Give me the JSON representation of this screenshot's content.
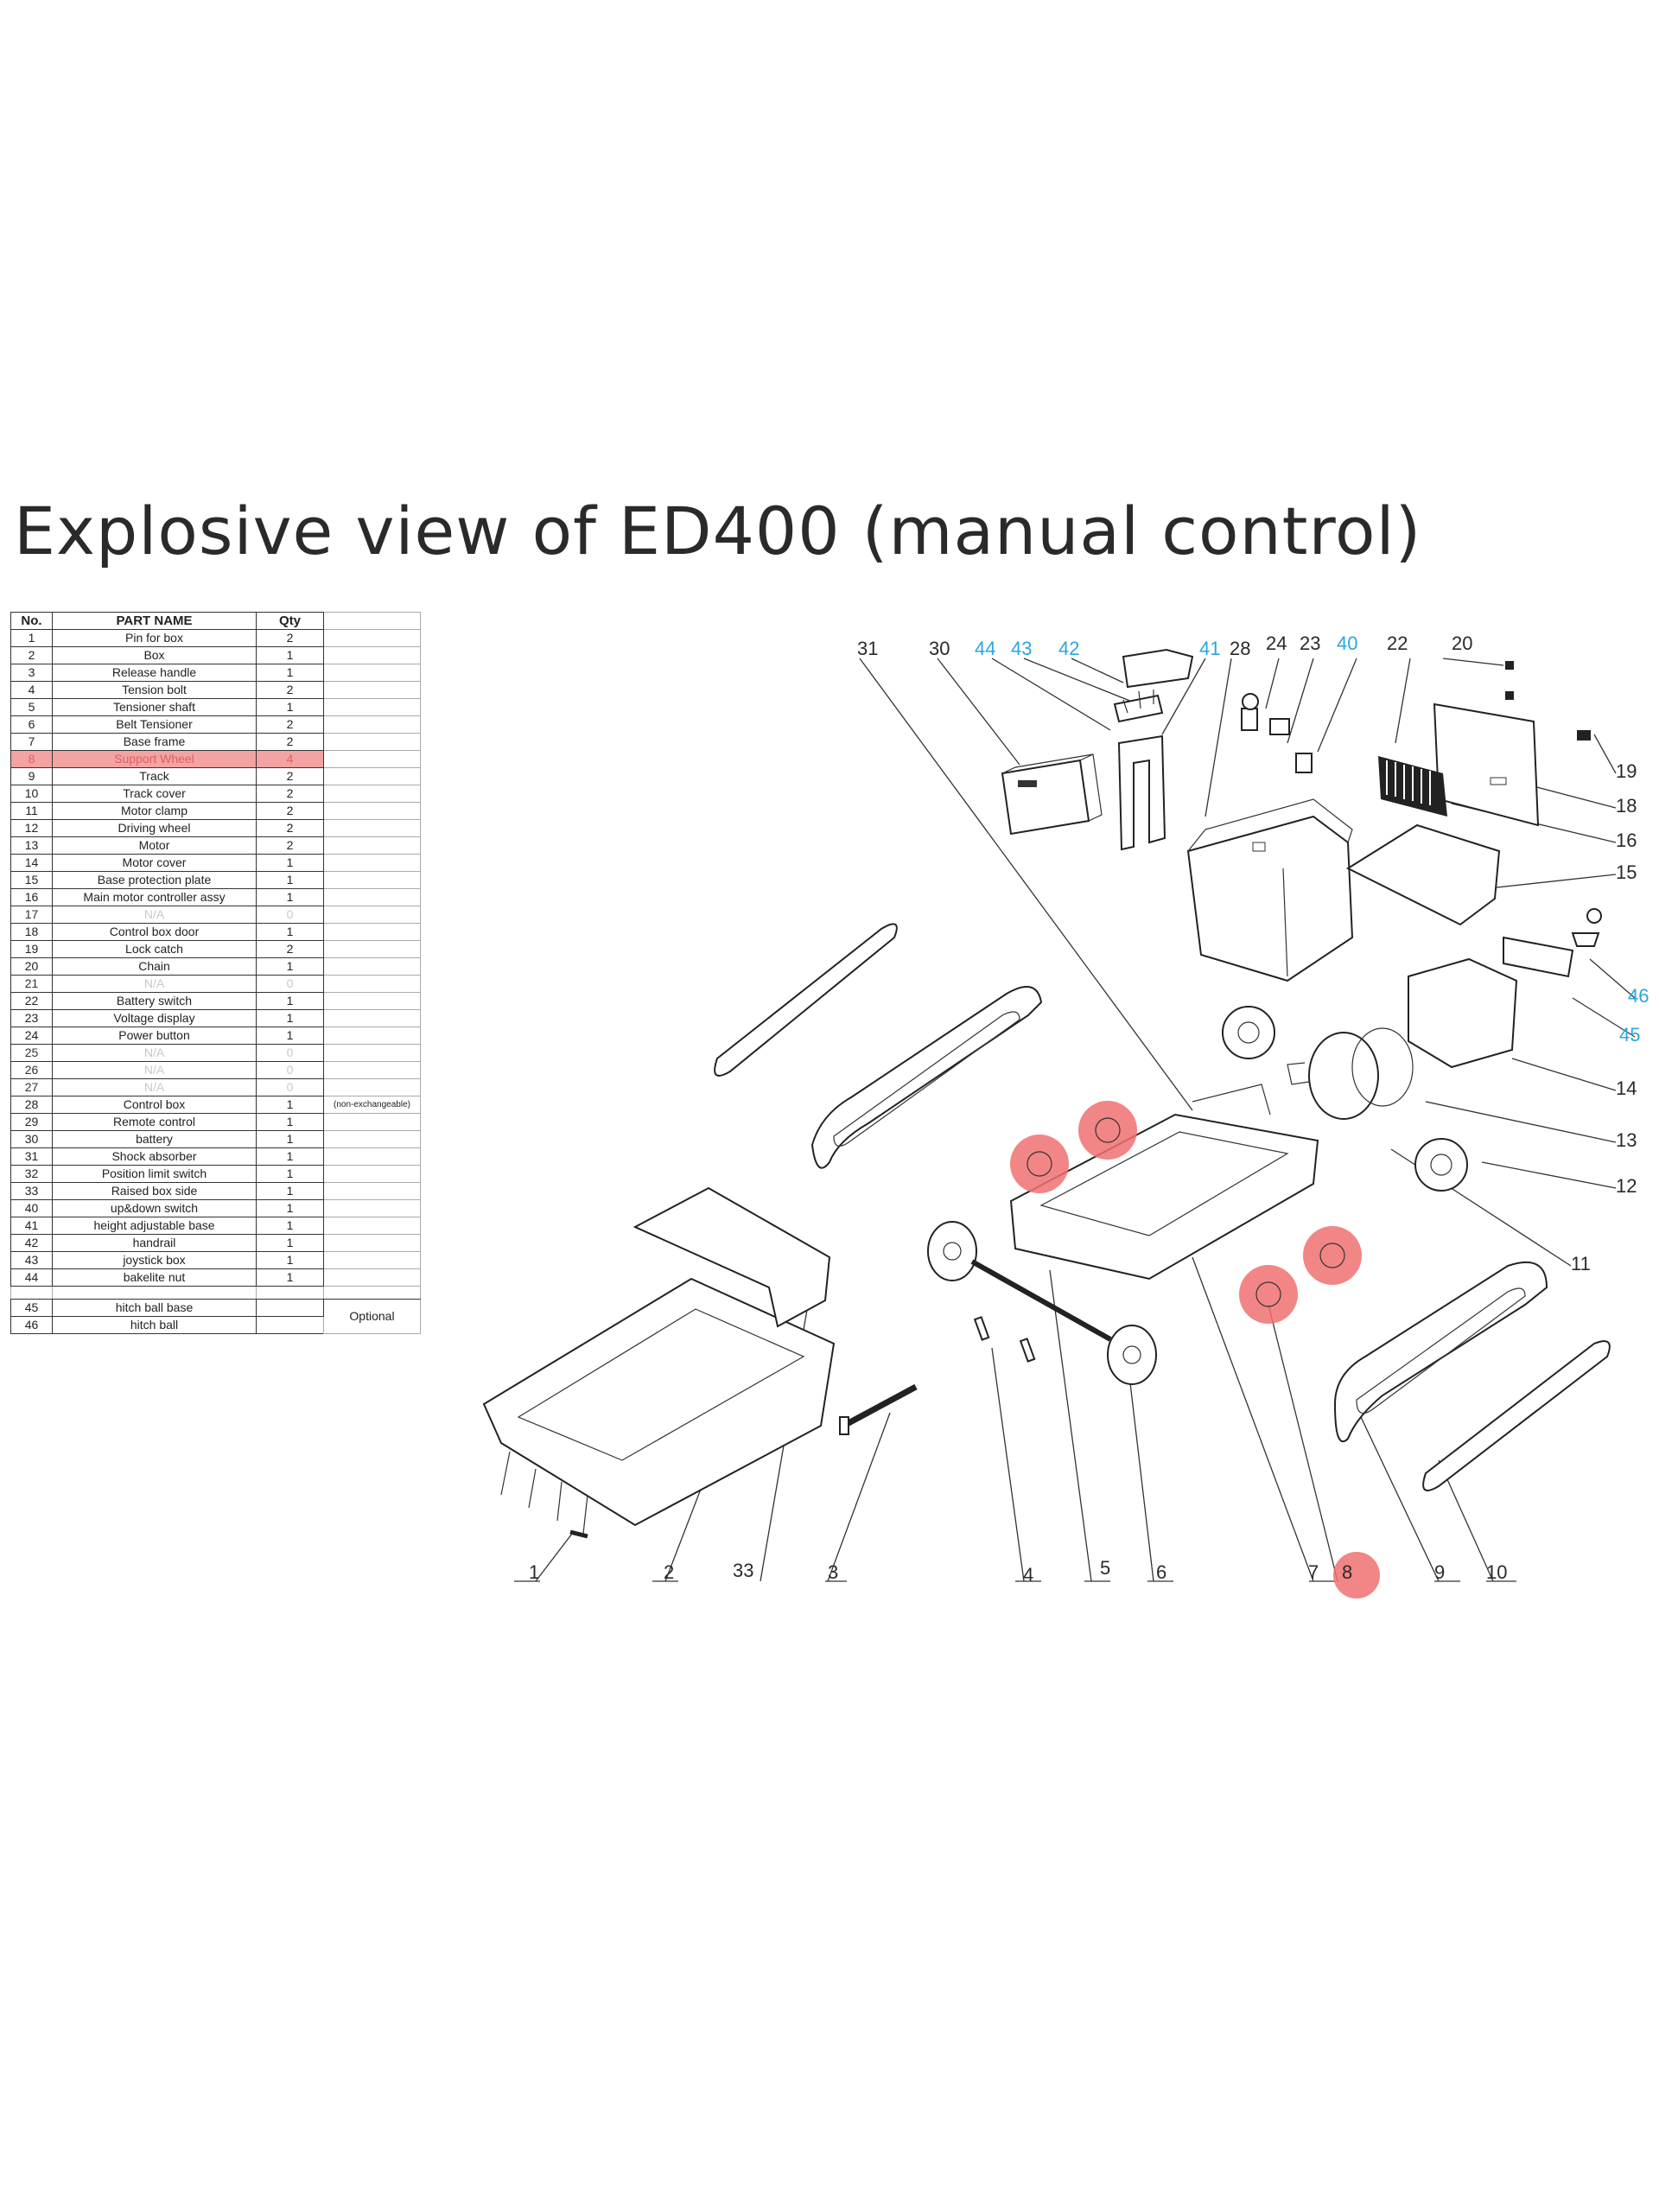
{
  "title": "Explosive view of ED400 (manual control)",
  "table": {
    "headers": {
      "no": "No.",
      "name": "PART NAME",
      "qty": "Qty"
    },
    "rows": [
      {
        "no": "1",
        "name": "Pin for box",
        "qty": "2",
        "note": ""
      },
      {
        "no": "2",
        "name": "Box",
        "qty": "1",
        "note": ""
      },
      {
        "no": "3",
        "name": "Release handle",
        "qty": "1",
        "note": ""
      },
      {
        "no": "4",
        "name": "Tension bolt",
        "qty": "2",
        "note": ""
      },
      {
        "no": "5",
        "name": "Tensioner shaft",
        "qty": "1",
        "note": ""
      },
      {
        "no": "6",
        "name": "Belt Tensioner",
        "qty": "2",
        "note": ""
      },
      {
        "no": "7",
        "name": "Base frame",
        "qty": "2",
        "note": ""
      },
      {
        "no": "8",
        "name": "Support Wheel",
        "qty": "4",
        "note": "",
        "highlight": true
      },
      {
        "no": "9",
        "name": "Track",
        "qty": "2",
        "note": ""
      },
      {
        "no": "10",
        "name": "Track cover",
        "qty": "2",
        "note": ""
      },
      {
        "no": "11",
        "name": "Motor clamp",
        "qty": "2",
        "note": ""
      },
      {
        "no": "12",
        "name": "Driving wheel",
        "qty": "2",
        "note": ""
      },
      {
        "no": "13",
        "name": "Motor",
        "qty": "2",
        "note": ""
      },
      {
        "no": "14",
        "name": "Motor cover",
        "qty": "1",
        "note": ""
      },
      {
        "no": "15",
        "name": "Base protection plate",
        "qty": "1",
        "note": ""
      },
      {
        "no": "16",
        "name": "Main motor controller assy",
        "qty": "1",
        "note": ""
      },
      {
        "no": "17",
        "name": "N/A",
        "qty": "0",
        "note": "",
        "na": true
      },
      {
        "no": "18",
        "name": "Control box door",
        "qty": "1",
        "note": ""
      },
      {
        "no": "19",
        "name": "Lock catch",
        "qty": "2",
        "note": ""
      },
      {
        "no": "20",
        "name": "Chain",
        "qty": "1",
        "note": ""
      },
      {
        "no": "21",
        "name": "N/A",
        "qty": "0",
        "note": "",
        "na": true
      },
      {
        "no": "22",
        "name": "Battery switch",
        "qty": "1",
        "note": ""
      },
      {
        "no": "23",
        "name": "Voltage display",
        "qty": "1",
        "note": ""
      },
      {
        "no": "24",
        "name": "Power  button",
        "qty": "1",
        "note": ""
      },
      {
        "no": "25",
        "name": "N/A",
        "qty": "0",
        "note": "",
        "na": true
      },
      {
        "no": "26",
        "name": "N/A",
        "qty": "0",
        "note": "",
        "na": true
      },
      {
        "no": "27",
        "name": "N/A",
        "qty": "0",
        "note": "",
        "na": true
      },
      {
        "no": "28",
        "name": "Control box",
        "qty": "1",
        "note": "(non-exchangeable)"
      },
      {
        "no": "29",
        "name": "Remote control",
        "qty": "1",
        "note": ""
      },
      {
        "no": "30",
        "name": "battery",
        "qty": "1",
        "note": ""
      },
      {
        "no": "31",
        "name": "Shock absorber",
        "qty": "1",
        "note": ""
      },
      {
        "no": "32",
        "name": "Position limit switch",
        "qty": "1",
        "note": ""
      },
      {
        "no": "33",
        "name": "Raised box side",
        "qty": "1",
        "note": ""
      },
      {
        "no": "40",
        "name": "up&down switch",
        "qty": "1",
        "note": ""
      },
      {
        "no": "41",
        "name": "height adjustable base",
        "qty": "1",
        "note": ""
      },
      {
        "no": "42",
        "name": "handrail",
        "qty": "1",
        "note": ""
      },
      {
        "no": "43",
        "name": "joystick box",
        "qty": "1",
        "note": ""
      },
      {
        "no": "44",
        "name": "bakelite nut",
        "qty": "1",
        "note": ""
      }
    ],
    "optional_rows": [
      {
        "no": "45",
        "name": "hitch ball base",
        "qty": ""
      },
      {
        "no": "46",
        "name": "hitch ball",
        "qty": ""
      }
    ],
    "optional_label": "Optional"
  },
  "callouts": {
    "c31": "31",
    "c30": "30",
    "c44": "44",
    "c43": "43",
    "c42": "42",
    "c41": "41",
    "c28": "28",
    "c24": "24",
    "c23": "23",
    "c40": "40",
    "c22": "22",
    "c20": "20",
    "c19": "19",
    "c18": "18",
    "c16": "16",
    "c15": "15",
    "c46": "46",
    "c45": "45",
    "c14": "14",
    "c13": "13",
    "c12": "12",
    "c11": "11",
    "c1": "1",
    "c2": "2",
    "c33": "33",
    "c3": "3",
    "c4": "4",
    "c5": "5",
    "c6": "6",
    "c7": "7",
    "c8": "8",
    "c9": "9",
    "c10": "10"
  },
  "colors": {
    "highlight": "#f07070",
    "blue_callout": "#2aa6dc"
  }
}
